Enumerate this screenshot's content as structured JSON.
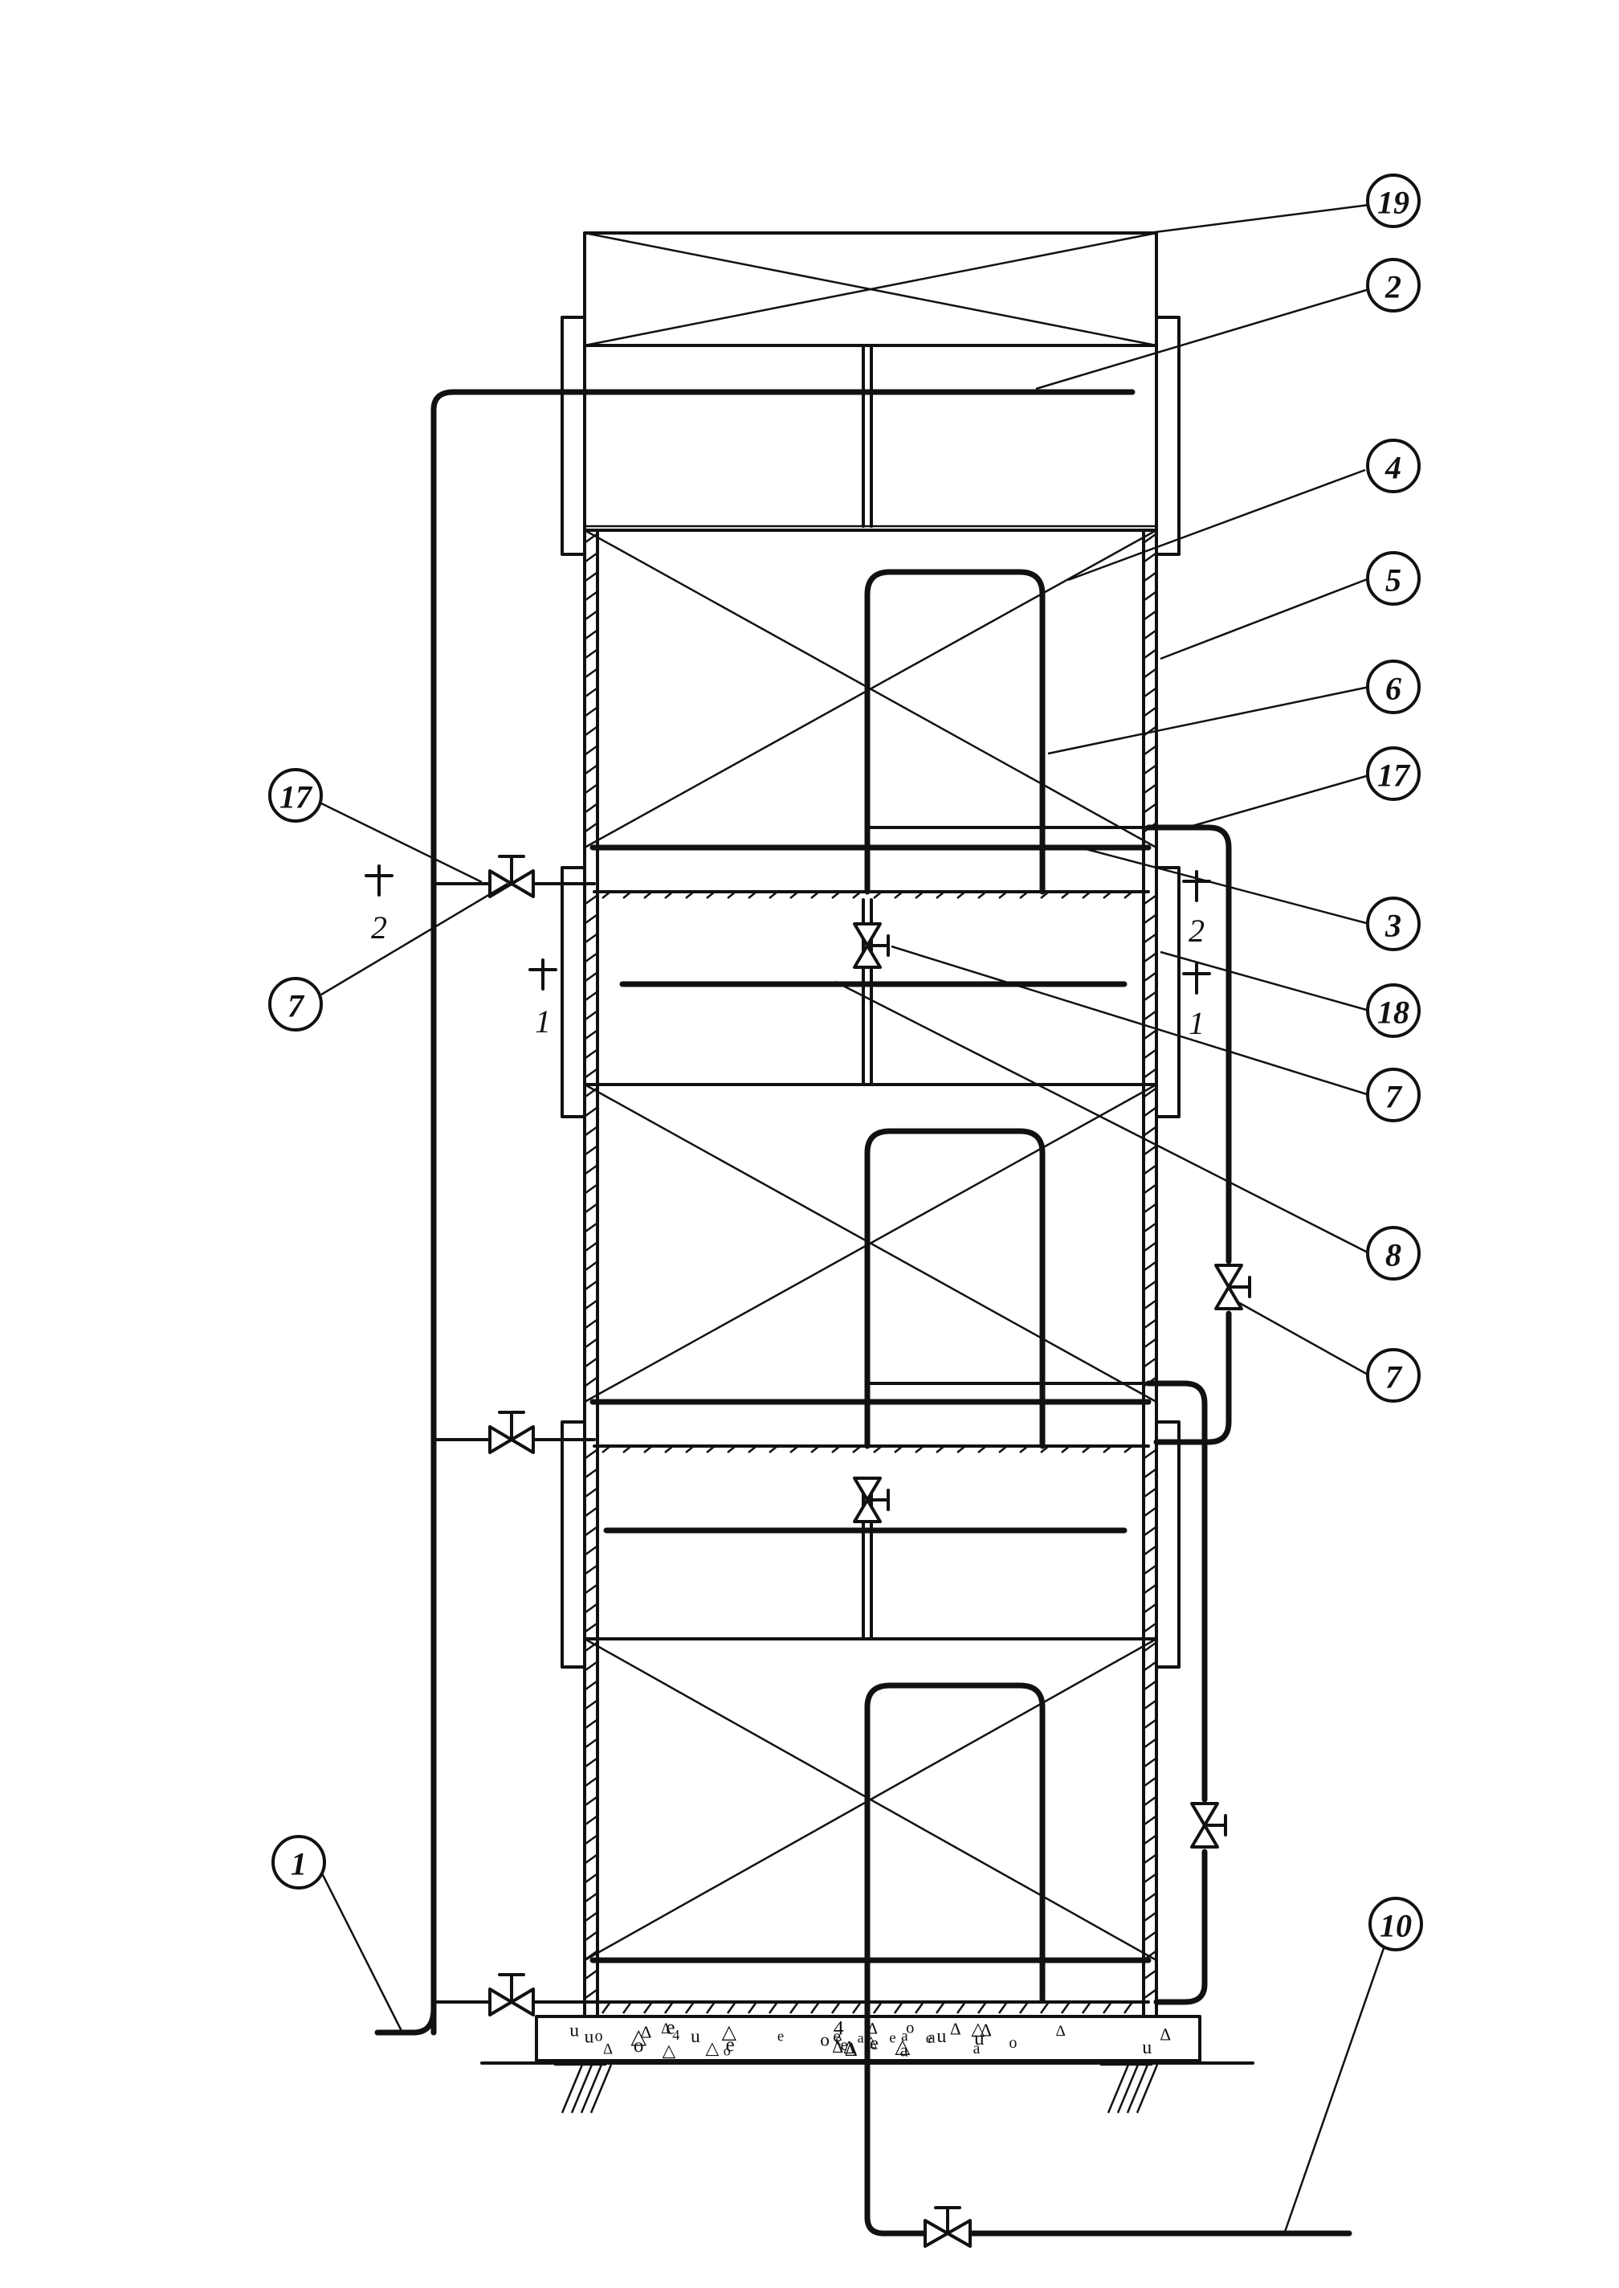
{
  "callouts": [
    "19",
    "2",
    "4",
    "5",
    "6",
    "17",
    "17",
    "7",
    "3",
    "18",
    "7",
    "8",
    "7",
    "1",
    "10"
  ],
  "side_marks": {
    "left_upper": "2",
    "left_lower": "1",
    "right_upper": "2",
    "right_lower": "1"
  },
  "colors": {
    "ink": "#111111",
    "paper": "#ffffff"
  }
}
